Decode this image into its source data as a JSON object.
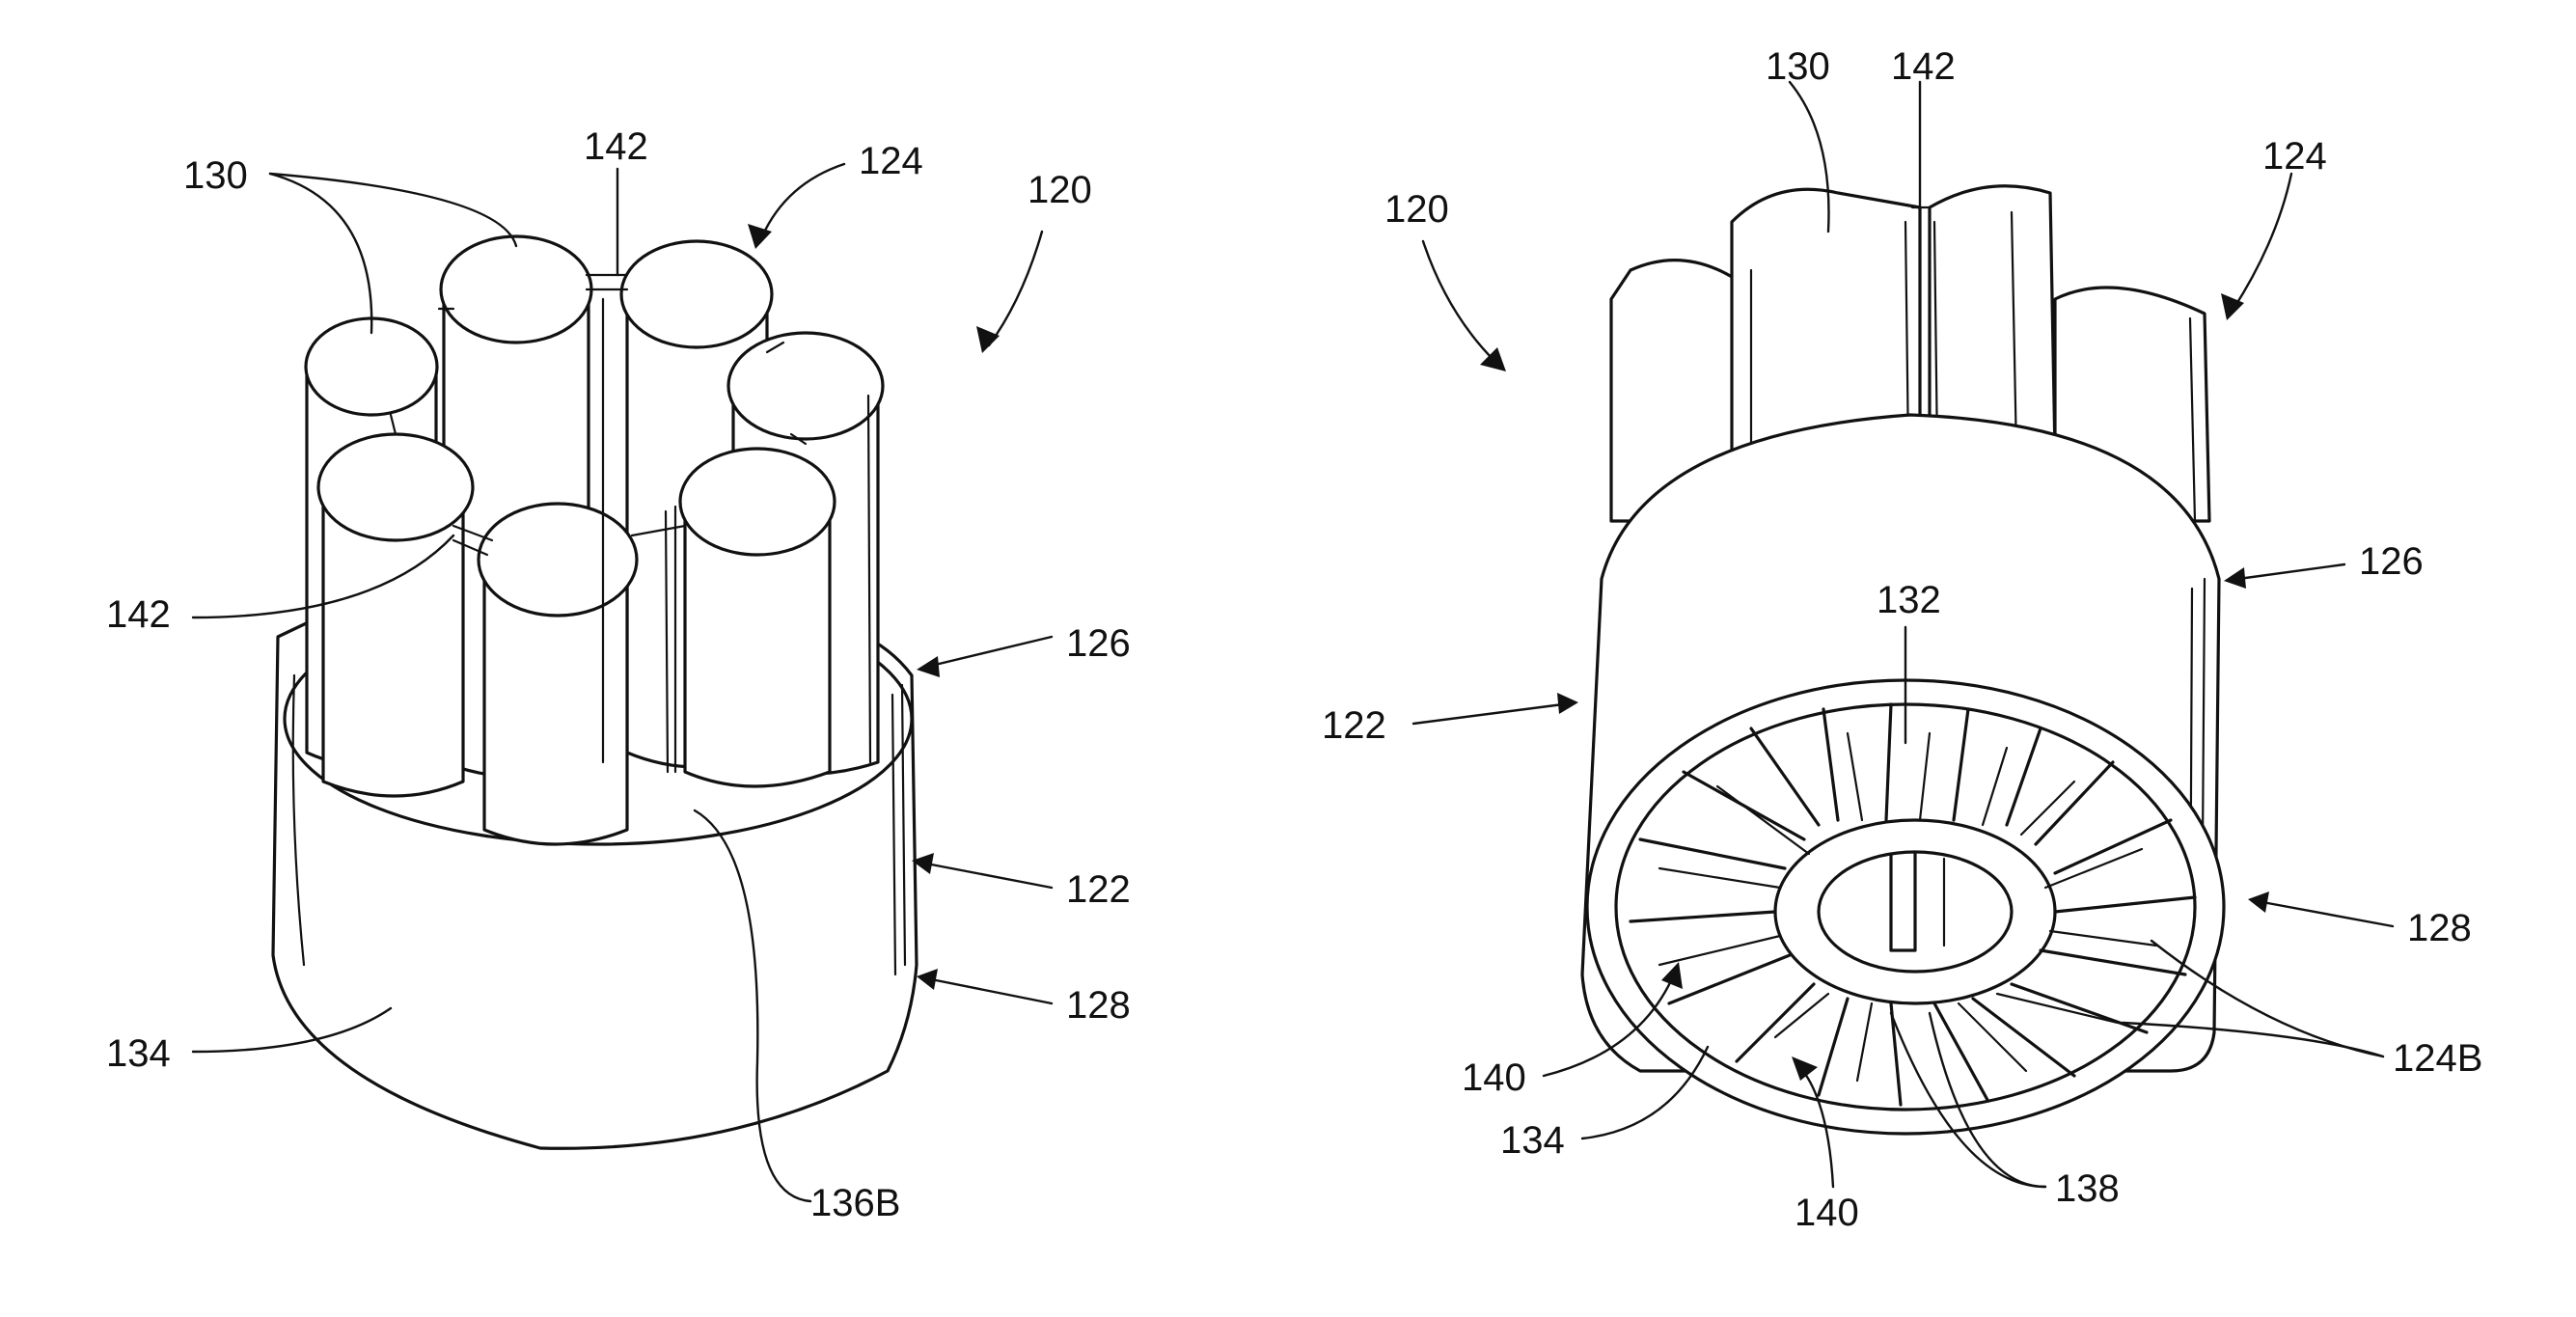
{
  "figure_left": {
    "labels": {
      "ref_120": "120",
      "ref_124": "124",
      "ref_142_top": "142",
      "ref_130": "130",
      "ref_142_left": "142",
      "ref_126": "126",
      "ref_122": "122",
      "ref_128": "128",
      "ref_134": "134",
      "ref_136b": "136B"
    }
  },
  "figure_right": {
    "labels": {
      "ref_130": "130",
      "ref_142": "142",
      "ref_124": "124",
      "ref_120": "120",
      "ref_126": "126",
      "ref_132": "132",
      "ref_122": "122",
      "ref_128": "128",
      "ref_140_left": "140",
      "ref_124b": "124B",
      "ref_134": "134",
      "ref_140_bottom": "140",
      "ref_138": "138"
    }
  }
}
